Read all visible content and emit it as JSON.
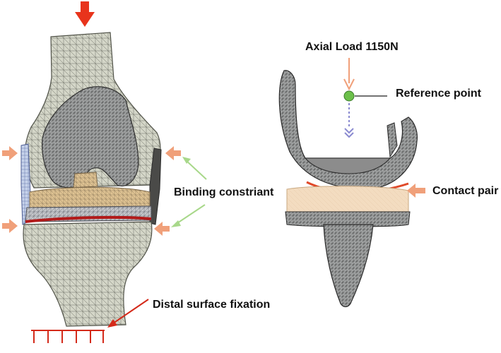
{
  "labels": {
    "axial_load": "Axial Load 1150N",
    "reference_point": "Reference point",
    "binding_constraint": "Binding constriant",
    "contact_pair": "Contact pair",
    "distal_fixation": "Distal surface fixation"
  },
  "colors": {
    "load_arrow": "#e8341c",
    "side_arrow": "#f0a07a",
    "binding_arrow": "#a8d88a",
    "reference_point": "#6cc04a",
    "dashed_arrow": "#8a8ad0",
    "bone_mesh": "#c9cbbd",
    "femoral_component": "#a8a8a8",
    "insert": "#f3dcc0",
    "contact_surface": "#e04a2a",
    "fixation_marks": "#d42a1a"
  }
}
